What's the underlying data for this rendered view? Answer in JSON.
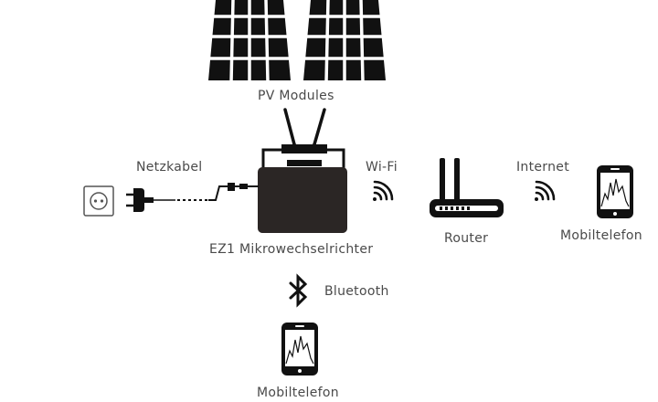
{
  "labels": {
    "pv_modules": "PV Modules",
    "netzkabel": "Netzkabel",
    "wifi": "Wi-Fi",
    "internet": "Internet",
    "inverter": "EZ1 Mikrowechselrichter",
    "router": "Router",
    "phone_right": "Mobiltelefon",
    "bluetooth": "Bluetooth",
    "phone_bottom": "Mobiltelefon"
  },
  "colors": {
    "ink": "#111111",
    "inverter_body": "#2b2625",
    "text": "#4a4a4a",
    "line": "#333333"
  },
  "icons": {
    "panels": "solar-panel-icon",
    "socket": "power-socket-icon",
    "plug": "power-plug-icon",
    "inverter": "micro-inverter-icon",
    "wifi": "wifi-signal-icon",
    "router": "router-icon",
    "phone": "smartphone-icon",
    "bluetooth": "bluetooth-icon"
  }
}
